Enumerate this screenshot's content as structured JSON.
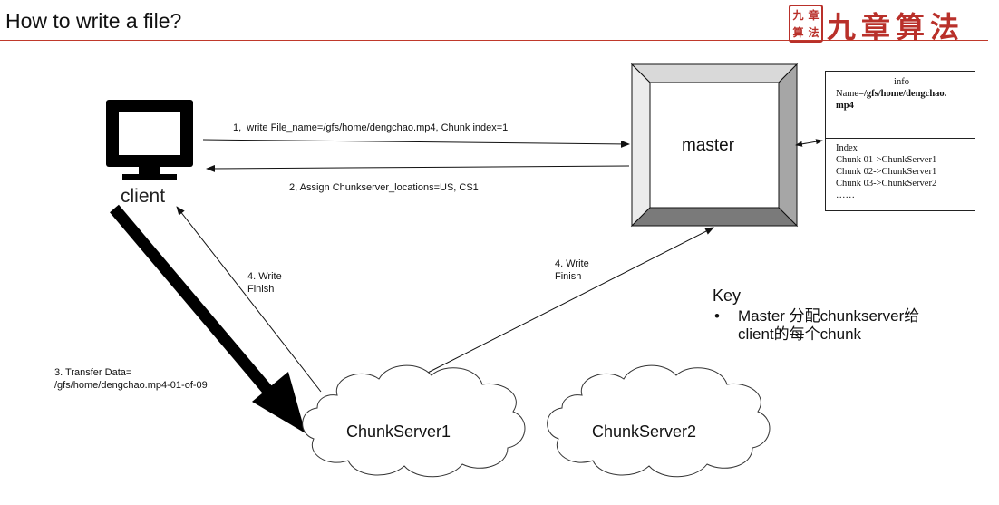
{
  "title": "How to write a file?",
  "logo": {
    "seal": [
      "九",
      "章",
      "算",
      "法"
    ],
    "text": "九章算法"
  },
  "nodes": {
    "client": "client",
    "master": "master",
    "chunkserver1": "ChunkServer1",
    "chunkserver2": "ChunkServer2"
  },
  "arrows": {
    "step1": "1,  write File_name=/gfs/home/dengchao.mp4, Chunk index=1",
    "step2": "2, Assign Chunkserver_locations=US, CS1",
    "step3": "3. Transfer Data=\n/gfs/home/dengchao.mp4-01-of-09",
    "step4_client": "4. Write\nFinish",
    "step4_master": "4. Write\nFinish"
  },
  "info_table": {
    "header": "info",
    "name_label": "Name=",
    "name_value": "/gfs/home/dengchao.\nmp4",
    "index_header": "Index",
    "rows": [
      "Chunk 01->ChunkServer1",
      "Chunk 02->ChunkServer1",
      "Chunk 03->ChunkServer2",
      "……"
    ]
  },
  "key": {
    "title": "Key",
    "bullet": "•",
    "text": "Master 分配chunkserver给\nclient的每个chunk"
  },
  "colors": {
    "accent": "#c0392b",
    "frame": "#1a1a1a",
    "master_bevel_dark": "#7a7a7a",
    "master_bevel_light": "#d9d9d9"
  }
}
